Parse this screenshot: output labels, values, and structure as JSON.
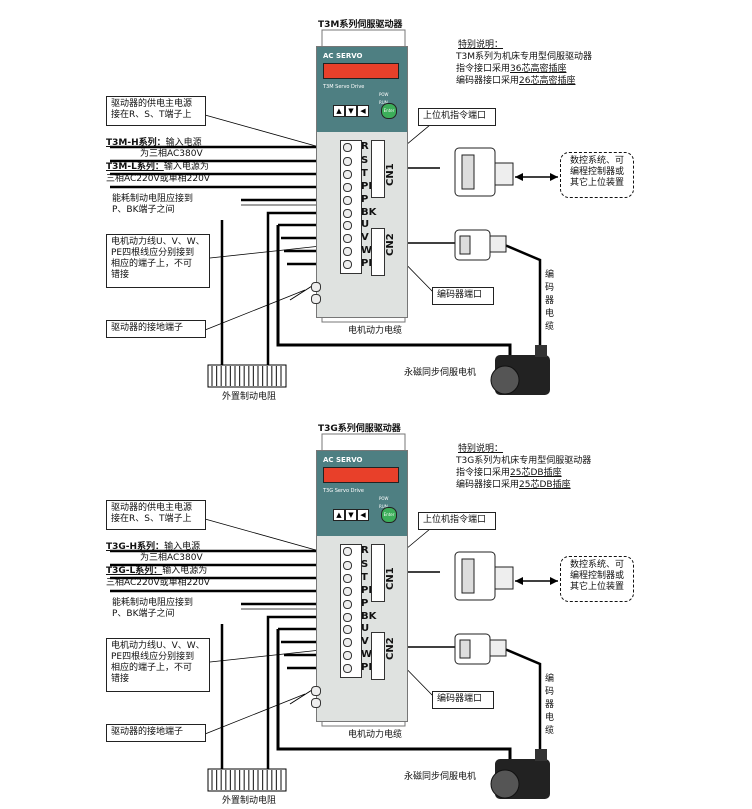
{
  "panels": [
    {
      "title": "T3M系列伺服驱动器",
      "brand": "AC SERVO",
      "model": "T3M Servo Drive",
      "led_labels": [
        "POW",
        "RUN"
      ],
      "enter_label": "Enter",
      "note": {
        "heading": "特别说明：",
        "line1": "T3M系列为机床专用型伺服驱动器",
        "line2_prefix": "指令接口采用",
        "line2_ul": "36芯高密插座",
        "line3_prefix": "编码器接口采用",
        "line3_ul": "26芯高密插座"
      },
      "callouts": {
        "power": [
          "驱动器的供电主电源",
          "接在R、S、T端子上"
        ],
        "h_series_title": "T3M-H系列：",
        "h_series_rest": "输入电源",
        "h_series_line2": "为三相AC380V",
        "l_series_title": "T3M-L系列：",
        "l_series_rest": "输入电源为",
        "l_series_line2": "三相AC220V或单相220V",
        "brake": [
          "能耗制动电阻应接到",
          "P、BK端子之间"
        ],
        "motor": [
          "电机动力线U、V、W、",
          "PE四根线应分别接到",
          "相应的端子上，不可",
          "错接"
        ],
        "ground": "驱动器的接地端子",
        "upper_port": "上位机指令端口",
        "encoder_port": "编码器端口",
        "upper_device": [
          "数控系统、可",
          "编程控制器或",
          "其它上位装置"
        ],
        "encoder_cable": [
          "编",
          "码",
          "器",
          "电",
          "缆"
        ],
        "motor_cable": "电机动力电缆",
        "servo_motor": "永磁同步伺服电机",
        "ext_resistor": "外置制动电阻"
      },
      "terminals": [
        "R",
        "S",
        "T",
        "PE",
        "P",
        "BK",
        "U",
        "V",
        "W",
        "PE"
      ],
      "connectors": [
        "CN1",
        "CN2"
      ]
    },
    {
      "title": "T3G系列伺服驱动器",
      "brand": "AC SERVO",
      "model": "T3G Servo Drive",
      "led_labels": [
        "POW",
        "RUN"
      ],
      "enter_label": "Enter",
      "note": {
        "heading": "特别说明：",
        "line1": "T3G系列为机床专用型伺服驱动器",
        "line2_prefix": "指令接口采用",
        "line2_ul": "25芯DB插座",
        "line3_prefix": "编码器接口采用",
        "line3_ul": "25芯DB插座"
      },
      "callouts": {
        "power": [
          "驱动器的供电主电源",
          "接在R、S、T端子上"
        ],
        "h_series_title": "T3G-H系列：",
        "h_series_rest": "输入电源",
        "h_series_line2": "为三相AC380V",
        "l_series_title": "T3G-L系列：",
        "l_series_rest": "输入电源为",
        "l_series_line2": "三相AC220V或单相220V",
        "brake": [
          "能耗制动电阻应接到",
          "P、BK端子之间"
        ],
        "motor": [
          "电机动力线U、V、W、",
          "PE四根线应分别接到",
          "相应的端子上，不可",
          "错接"
        ],
        "ground": "驱动器的接地端子",
        "upper_port": "上位机指令端口",
        "encoder_port": "编码器端口",
        "upper_device": [
          "数控系统、可",
          "编程控制器或",
          "其它上位装置"
        ],
        "encoder_cable": [
          "编",
          "码",
          "器",
          "电",
          "缆"
        ],
        "motor_cable": "电机动力电缆",
        "servo_motor": "永磁同步伺服电机",
        "ext_resistor": "外置制动电阻"
      },
      "terminals": [
        "R",
        "S",
        "T",
        "PE",
        "P",
        "BK",
        "U",
        "V",
        "W",
        "PE"
      ],
      "connectors": [
        "CN1",
        "CN2"
      ]
    }
  ],
  "colors": {
    "header": "#4e7f82",
    "display": "#e8402a",
    "drive_body": "#dfe2e0",
    "wire": "#000000"
  }
}
